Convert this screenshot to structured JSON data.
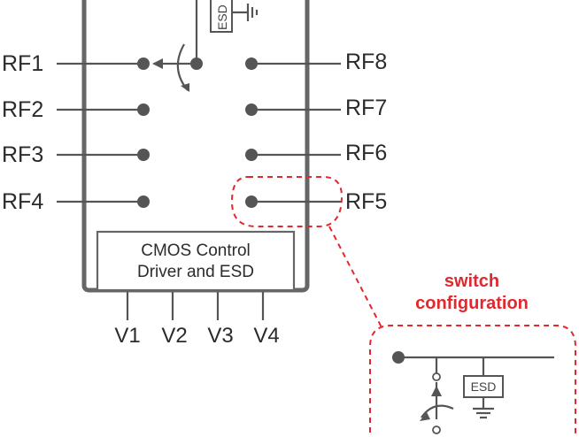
{
  "ports_left": [
    "RF1",
    "RF2",
    "RF3",
    "RF4"
  ],
  "ports_right": [
    "RF8",
    "RF7",
    "RF6",
    "RF5"
  ],
  "control_box": {
    "line1": "CMOS Control",
    "line2": "Driver and ESD"
  },
  "control_pins": [
    "V1",
    "V2",
    "V3",
    "V4"
  ],
  "esd_label": "ESD",
  "callout": {
    "line1": "switch",
    "line2": "configuration"
  },
  "colors": {
    "ink": "#555555",
    "text": "#2b2b2b",
    "highlight": "#e0282e"
  }
}
